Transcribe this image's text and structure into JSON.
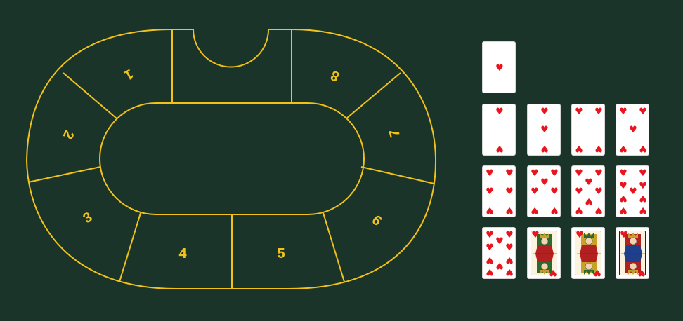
{
  "table": {
    "felt_color": "#1b3429",
    "line_color": "#f2c21a",
    "seats": [
      {
        "label": "1"
      },
      {
        "label": "2"
      },
      {
        "label": "3"
      },
      {
        "label": "4"
      },
      {
        "label": "5"
      },
      {
        "label": "6"
      },
      {
        "label": "7"
      },
      {
        "label": "8"
      }
    ]
  },
  "cards": {
    "suit": "hearts",
    "suit_symbol": "♥",
    "suit_color": "#e8141e",
    "list": [
      {
        "rank": "A",
        "name": "ace-of-hearts"
      },
      {
        "rank": "2",
        "name": "two-of-hearts"
      },
      {
        "rank": "3",
        "name": "three-of-hearts"
      },
      {
        "rank": "4",
        "name": "four-of-hearts"
      },
      {
        "rank": "5",
        "name": "five-of-hearts"
      },
      {
        "rank": "6",
        "name": "six-of-hearts"
      },
      {
        "rank": "7",
        "name": "seven-of-hearts"
      },
      {
        "rank": "8",
        "name": "eight-of-hearts"
      },
      {
        "rank": "9",
        "name": "nine-of-hearts"
      },
      {
        "rank": "10",
        "name": "ten-of-hearts"
      },
      {
        "rank": "J",
        "name": "jack-of-hearts"
      },
      {
        "rank": "Q",
        "name": "queen-of-hearts"
      },
      {
        "rank": "K",
        "name": "king-of-hearts"
      }
    ]
  }
}
